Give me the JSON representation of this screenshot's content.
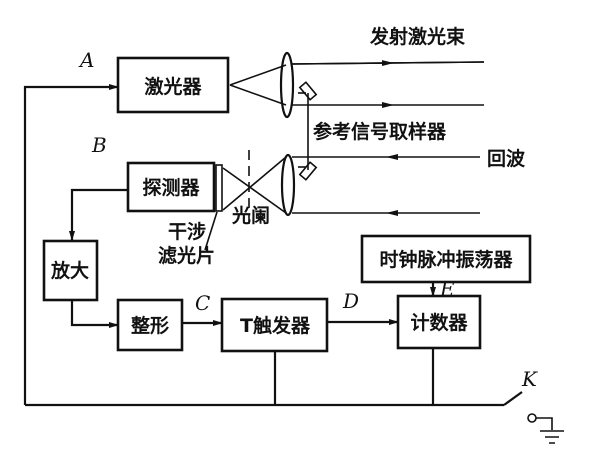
{
  "blocks": {
    "laser": "激光器",
    "detector": "探测器",
    "amplifier": "放大",
    "shaper": "整形",
    "trigger": "T触发器",
    "counter": "计数器",
    "clock": "时钟脉冲振荡器"
  },
  "labels": {
    "emitted_beam": "发射激光束",
    "reference_sampler": "参考信号取样器",
    "echo": "回波",
    "aperture": "光阑",
    "filter_line1": "干涉",
    "filter_line2": "滤光片"
  },
  "points": {
    "A": "A",
    "B": "B",
    "C": "C",
    "D": "D",
    "E": "E",
    "K": "K"
  }
}
